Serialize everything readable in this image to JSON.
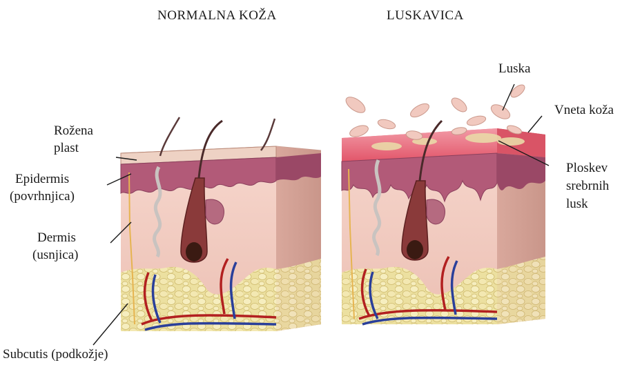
{
  "titles": {
    "normal": "NORMALNA KOŽA",
    "psoriasis": "LUSKAVICA"
  },
  "labels_left": {
    "stratum_corneum_line1": "Rožena",
    "stratum_corneum_line2": "plast",
    "epidermis_line1": "Epidermis",
    "epidermis_line2": "(povrhnjica)",
    "dermis_line1": "Dermis",
    "dermis_line2": "(usnjica)",
    "subcutis": "Subcutis (podkožje)"
  },
  "labels_right": {
    "scale": "Luska",
    "inflamed_skin": "Vneta koža",
    "plaque_line1": "Ploskev",
    "plaque_line2": "srebrnih",
    "plaque_line3": "lusk"
  },
  "colors": {
    "dermis": "#f3cfc6",
    "epidermis": "#b25a78",
    "stratum_corneum": "#e8c6b8",
    "fat": "#ece0a0",
    "artery": "#b22020",
    "vein": "#2a3f9a",
    "inflamed": "#e86a78",
    "scales": "#f1c9bf"
  }
}
